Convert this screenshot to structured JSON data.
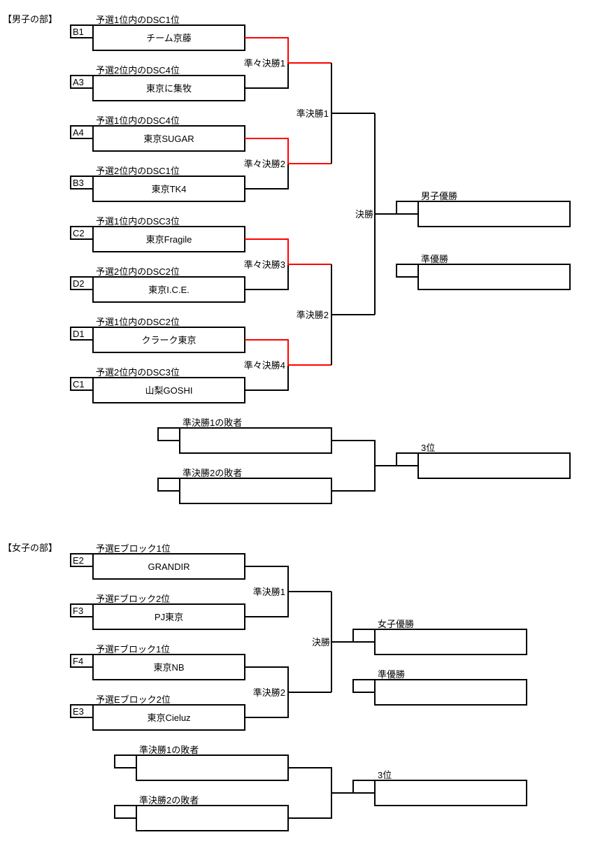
{
  "colors": {
    "line": "#000000",
    "highlight": "#ff0000"
  },
  "men": {
    "heading": "【男子の部】",
    "teams": [
      {
        "seed": "B1",
        "label": "予選1位内のDSC1位",
        "name": "チーム京藤"
      },
      {
        "seed": "A3",
        "label": "予選2位内のDSC4位",
        "name": "東京に集牧"
      },
      {
        "seed": "A4",
        "label": "予選1位内のDSC4位",
        "name": "東京SUGAR"
      },
      {
        "seed": "B3",
        "label": "予選2位内のDSC1位",
        "name": "東京TK4"
      },
      {
        "seed": "C2",
        "label": "予選1位内のDSC3位",
        "name": "東京Fragile"
      },
      {
        "seed": "D2",
        "label": "予選2位内のDSC2位",
        "name": "東京I.C.E."
      },
      {
        "seed": "D1",
        "label": "予選1位内のDSC2位",
        "name": "クラーク東京"
      },
      {
        "seed": "C1",
        "label": "予選2位内のDSC3位",
        "name": "山梨GOSHI"
      }
    ],
    "quarterfinals": [
      "準々決勝1",
      "準々決勝2",
      "準々決勝3",
      "準々決勝4"
    ],
    "semifinals": [
      "準決勝1",
      "準決勝2"
    ],
    "final": "決勝",
    "champion_label": "男子優勝",
    "runner_up_label": "準優勝",
    "third_place": {
      "losers": [
        "準決勝1の敗者",
        "準決勝2の敗者"
      ],
      "label": "3位"
    }
  },
  "women": {
    "heading": "【女子の部】",
    "teams": [
      {
        "seed": "E2",
        "label": "予選Eブロック1位",
        "name": "GRANDIR"
      },
      {
        "seed": "F3",
        "label": "予選Fブロック2位",
        "name": "PJ東京"
      },
      {
        "seed": "F4",
        "label": "予選Fブロック1位",
        "name": "東京NB"
      },
      {
        "seed": "E3",
        "label": "予選Eブロック2位",
        "name": "東京Cieluz"
      }
    ],
    "semifinals": [
      "準決勝1",
      "準決勝2"
    ],
    "final": "決勝",
    "champion_label": "女子優勝",
    "runner_up_label": "準優勝",
    "third_place": {
      "losers": [
        "準決勝1の敗者",
        "準決勝2の敗者"
      ],
      "label": "3位"
    }
  }
}
